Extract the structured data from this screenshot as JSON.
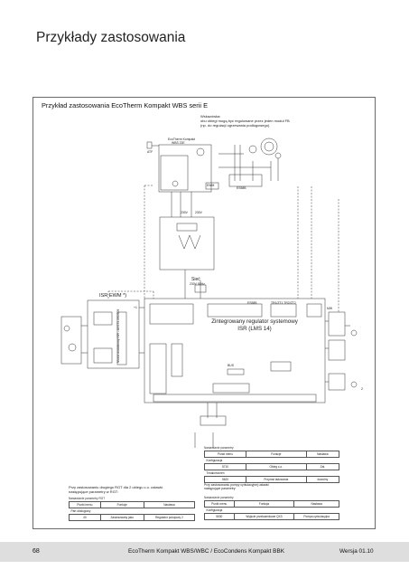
{
  "page": {
    "title": "Przykłady zastosowania",
    "section_title": "Przykład zastosowania EcoTherm Kompakt WBS serii E"
  },
  "diagram": {
    "note_line1": "Wskazówka:",
    "note_line2": "obu obiegi mogą być regulowane przez jeden moduł FB",
    "note_line3": "(np. do regulacji ogrzewania podłogowego)",
    "boiler_label1": "EcoTherm Kompakt",
    "boiler_label2": "WBS 22E",
    "atf_label": "ATF",
    "mains_label": "Sieć",
    "mains_sub": "230V 50Hz",
    "isr_ewm_label": "ISR EWM *)",
    "module_label": "Moduł dodatkowy ISR - AVS75.390/309",
    "regulator_line1": "Zintegrowany regulator systemowy",
    "regulator_line2": "ISR (LMS 14)",
    "bus_label": "BUS",
    "ewm_label": "EWM",
    "volt_a": "230V",
    "volt_b": "230V",
    "qx_label": "TR1/ZT1 TR2/ZT2",
    "mw_label": "MW",
    "plus_label": "+1",
    "two_label": "2",
    "small_code1": "ES58B",
    "small_code2": "ES58B"
  },
  "tables_right": {
    "header": "Nastawianie parametry",
    "col1": "Punkt menu",
    "col2": "Funkcje",
    "col3": "Nastawa",
    "s1_label": "Konfiguracja",
    "s1_row": [
      "5710",
      "Obieg c.o.",
      "Zał."
    ],
    "s2_label": "Trwałomorzen",
    "s2_row": [
      "5620",
      "Przyrost ładowania",
      "dowolny"
    ],
    "note1": "Przy zastosowaniu pompy cyrkulacyjnej ustawić",
    "note2": "następujące parametry:",
    "h2": "Nastawianie parametry",
    "t2_col1": "Punkt menu",
    "t2_col2": "Funkcja",
    "t2_col3": "Nastawa",
    "s3_label": "Konfiguracja",
    "s3_row": [
      "5530",
      "Wyjście przekaźnikowe QX3",
      "Pompa cyrkulacyjna"
    ]
  },
  "tables_left": {
    "note1": "Przy zastosowaniu drugiego RGT dla 2 obiegu c.o. ustawić",
    "note2": "następujące parametry w RGT:",
    "header": "Nastawianie parametry RGT",
    "col1": "Punkt menu",
    "col2": "Funkcje",
    "col3": "Nastawa",
    "s1_label": "Part obsługowy",
    "s1_row": [
      "40",
      "Zastosowany jako",
      "Regulator pokojowy 2"
    ]
  },
  "footer": {
    "page_number": "68",
    "center": "EcoTherm Kompakt WBS/WBC / EcoCondens Kompakt BBK",
    "version": "Wersja 01.10"
  },
  "colors": {
    "footer_bg": "#dedede",
    "lines": "#333333"
  }
}
